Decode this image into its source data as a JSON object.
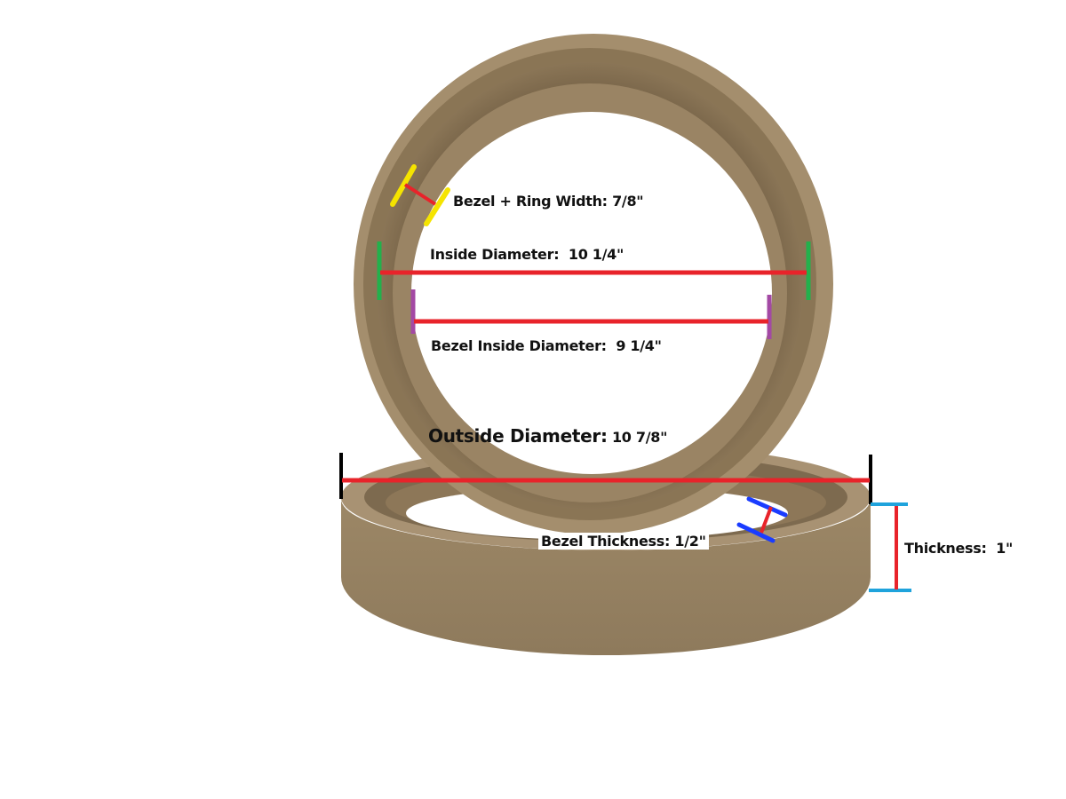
{
  "image": {
    "subject": "MDF speaker spacer rings with dimension annotations",
    "background_color": "#ffffff",
    "ring_color": "#a08a6a",
    "ring_shadow_color": "#7f6a4e"
  },
  "annotations": {
    "bezel_ring_width": {
      "label": "Bezel + Ring Width:",
      "value": "7/8\"",
      "marker_color": "#f5e400",
      "line_color": "#e8232a"
    },
    "inside_diameter": {
      "label": "Inside Diameter:",
      "value": "10 1/4\"",
      "marker_color": "#22b14c",
      "line_color": "#e8232a"
    },
    "bezel_inside_diameter": {
      "label": "Bezel Inside Diameter:",
      "value": "9 1/4\"",
      "marker_color": "#a349a4",
      "line_color": "#e8232a"
    },
    "outside_diameter": {
      "label": "Outside Diameter:",
      "value": "10 7/8\"",
      "marker_color": "#000000",
      "line_color": "#e8232a"
    },
    "bezel_thickness": {
      "label": "Bezel Thickness:",
      "value": "1/2\"",
      "marker_color": "#1a3cff",
      "line_color": "#e8232a"
    },
    "thickness": {
      "label": "Thickness:",
      "value": "1\"",
      "marker_color": "#1fa3dc",
      "line_color": "#e8232a"
    }
  }
}
